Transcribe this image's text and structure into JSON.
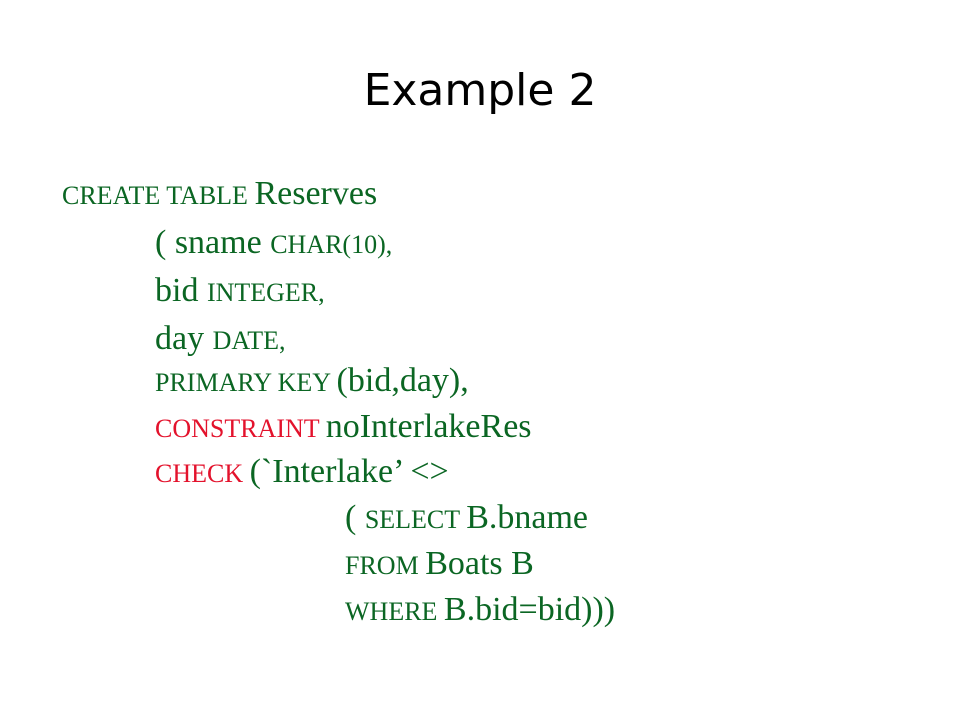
{
  "slide": {
    "title": "Example 2",
    "code": {
      "line1": {
        "kw": "CREATE TABLE ",
        "id": "Reserves"
      },
      "line2": {
        "id1": "( sname ",
        "kw": "CHAR(10),"
      },
      "line3": {
        "id": "bid ",
        "kw": "INTEGER,"
      },
      "line4": {
        "id": "day ",
        "kw": "DATE,"
      },
      "line5": {
        "kw": "PRIMARY KEY ",
        "id": "(bid,day),"
      },
      "line6": {
        "kw": "CONSTRAINT ",
        "id": "noInterlakeRes"
      },
      "line7": {
        "kw": "CHECK ",
        "id": "(`Interlake’ <>"
      },
      "line8": {
        "id1": "( ",
        "kw": "SELECT ",
        "id2": "B.bname"
      },
      "line9": {
        "kw": "FROM ",
        "id": "Boats B"
      },
      "line10": {
        "kw": "WHERE ",
        "id": "B.bid=bid)))"
      }
    },
    "colors": {
      "code_green": "#0b6623",
      "keyword_red": "#e3122c",
      "title": "#000000",
      "background": "#ffffff"
    }
  }
}
